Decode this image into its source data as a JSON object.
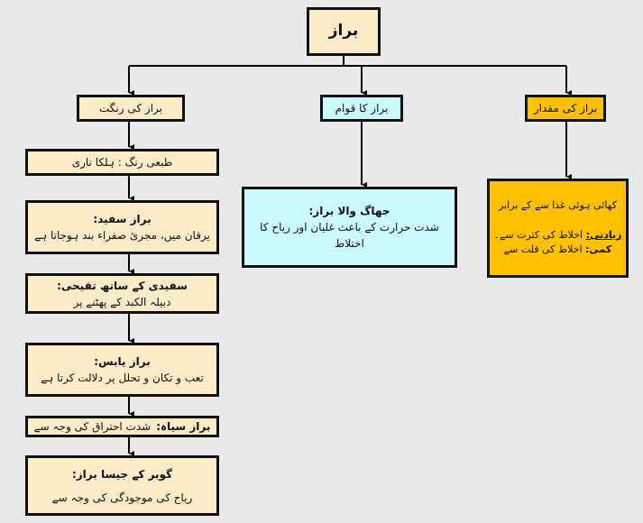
{
  "root": "براز",
  "branches": {
    "color": "براز کی رنگت",
    "consistency": "براز کا قوام",
    "quantity": "براز کی مقدار"
  },
  "color_items": [
    {
      "body": "طبعی رنگ : ہلکا ناری"
    },
    {
      "title": "براز سفید:",
      "body": "یرقان میں، مجرئ صفراء بند ہوجاتا ہے"
    },
    {
      "title": "سفیدی کے ساتھ تقیحی:",
      "body": "دبیلہ الکبد کے پھٹنے پر"
    },
    {
      "title": "براز یابس:",
      "body": "تعب و تکان و تحلل پر دلالت کرتا ہے"
    },
    {
      "title": "براز سیاہ:",
      "body": "شدت احتراق کی وجہ سے"
    },
    {
      "title": "گوبر کے جیسا براز:",
      "body": "ریاح کی موجودگی کی وجہ سے"
    }
  ],
  "consistency_item": {
    "title": "جھاگ والا براز:",
    "body": "شدت حرارت کے باعث غلیان اور ریاح کا اختلاط"
  },
  "quantity_item": {
    "line1": "کھائی ہوئی غذا سے کے برابر",
    "excess_label": "زیادتی:",
    "excess": "اخلاط کی کثرت سے۔",
    "less_label": "کمی:",
    "less": "اخلاط کی قلت سے"
  }
}
